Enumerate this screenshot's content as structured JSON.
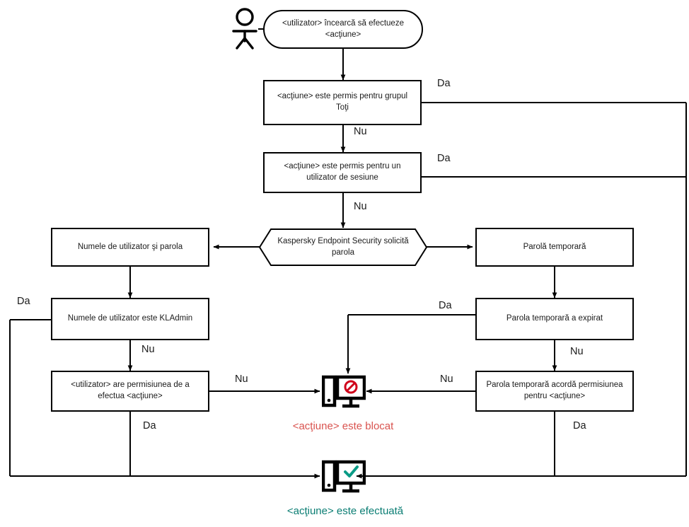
{
  "diagram": {
    "title": "Kaspersky Endpoint Security action permission flow",
    "language": "ro",
    "colors": {
      "line": "#000000",
      "text": "#1a1a1a",
      "blocked": "#d9534f",
      "done": "#0a7d73"
    }
  },
  "actor": {
    "name": "user-actor-icon"
  },
  "nodes": {
    "start": "<utilizator> încearcă să efectueze <acţiune>",
    "allowed_everyone": "<acţiune> este permis pentru grupul Toţi",
    "allowed_session_user": "<acţiune> este permis pentru un utilizator de sesiune",
    "kes_requests_password": "Kaspersky Endpoint Security solicită parola",
    "username_and_password": "Numele de utilizator şi parola",
    "username_is_kladmin": "Numele de utilizator este KLAdmin",
    "user_has_permission": "<utilizator> are permisiunea de a efectua <acţiune>",
    "temporary_password": "Parolă temporară",
    "temp_password_expired": "Parola temporară a expirat",
    "temp_password_grants": "Parola temporară acordă permisiunea pentru <acţiune>"
  },
  "edge_labels": {
    "everyone_yes": "Da",
    "everyone_no": "Nu",
    "session_yes": "Da",
    "session_no": "Nu",
    "kladmin_yes": "Da",
    "kladmin_no": "Nu",
    "permission_no": "Nu",
    "permission_yes": "Da",
    "expired_yes": "Da",
    "expired_no": "Nu",
    "grants_no": "Nu",
    "grants_yes": "Da"
  },
  "outcomes": {
    "blocked": "<acţiune> este blocat",
    "done": "<acţiune> este efectuată"
  },
  "icons": {
    "blocked": "computer-blocked-icon",
    "done": "computer-check-icon",
    "actor": "person-icon"
  }
}
